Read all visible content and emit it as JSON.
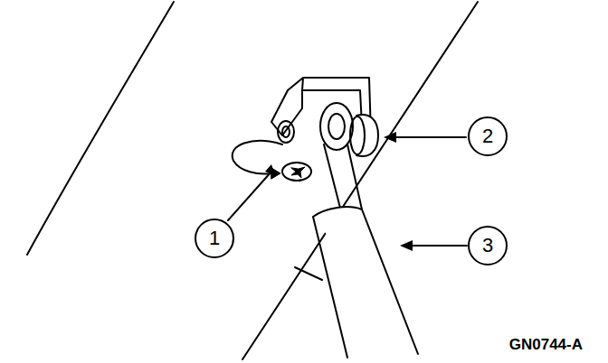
{
  "diagram": {
    "nodes": [
      {
        "text": [
          "1"
        ]
      },
      {
        "text": [
          "2"
        ]
      },
      {
        "text": [
          "3"
        ]
      }
    ],
    "labels": [
      "GN0744-A"
    ]
  }
}
